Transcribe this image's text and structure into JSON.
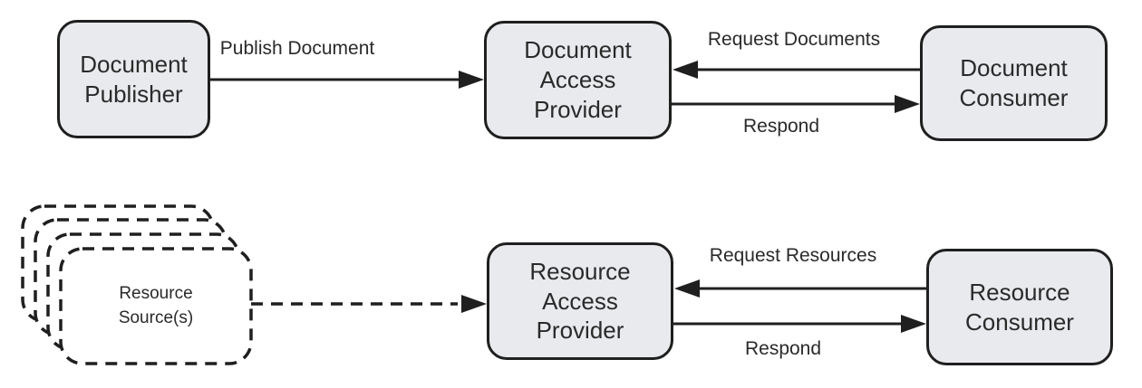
{
  "diagram": {
    "nodes": {
      "document_publisher": "Document\nPublisher",
      "document_access_provider": "Document\nAccess\nProvider",
      "document_consumer": "Document\nConsumer",
      "resource_source": "Resource\nSource(s)",
      "resource_access_provider": "Resource\nAccess\nProvider",
      "resource_consumer": "Resource\nConsumer"
    },
    "edges": {
      "publish_document": "Publish Document",
      "request_documents": "Request Documents",
      "respond_documents": "Respond",
      "request_resources": "Request Resources",
      "respond_resources": "Respond"
    },
    "colors": {
      "node_fill": "#e8eaed",
      "line": "#1f1f1f",
      "text": "#2a2a2a",
      "background": "#ffffff"
    }
  }
}
